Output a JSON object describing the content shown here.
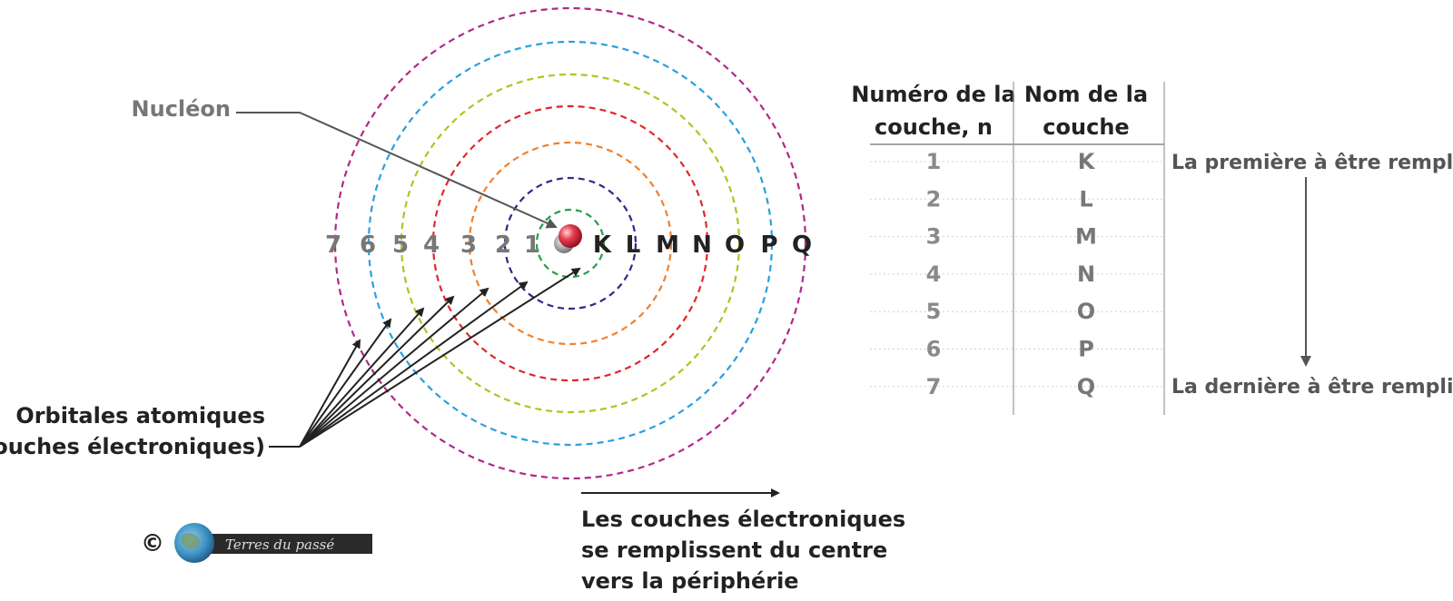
{
  "labels": {
    "nucleon": "Nucléon",
    "orbitals_line1": "Orbitales atomiques",
    "orbitals_line2": "(ou couches électroniques)",
    "fill_line1": "Les couches électroniques",
    "fill_line2": "se remplissent du centre",
    "fill_line3": "vers la périphérie"
  },
  "shells": [
    {
      "n": "1",
      "name": "K",
      "color": "#22a04a"
    },
    {
      "n": "2",
      "name": "L",
      "color": "#2a2a8a"
    },
    {
      "n": "3",
      "name": "M",
      "color": "#f08030"
    },
    {
      "n": "4",
      "name": "N",
      "color": "#e02828"
    },
    {
      "n": "5",
      "name": "O",
      "color": "#a8c820"
    },
    {
      "n": "6",
      "name": "P",
      "color": "#2aa0dd"
    },
    {
      "n": "7",
      "name": "Q",
      "color": "#b0288a"
    }
  ],
  "table": {
    "header_n_line1": "Numéro de la",
    "header_n_line2": "couche, n",
    "header_name_line1": "Nom de la",
    "header_name_line2": "couche",
    "first_note": "La première à être remplie",
    "last_note": "La dernière à être remplie",
    "rows": [
      {
        "n": "1",
        "name": "K"
      },
      {
        "n": "2",
        "name": "L"
      },
      {
        "n": "3",
        "name": "M"
      },
      {
        "n": "4",
        "name": "N"
      },
      {
        "n": "5",
        "name": "O"
      },
      {
        "n": "6",
        "name": "P"
      },
      {
        "n": "7",
        "name": "Q"
      }
    ]
  },
  "logo": {
    "copyright": "©",
    "text": "Terres du passé"
  }
}
